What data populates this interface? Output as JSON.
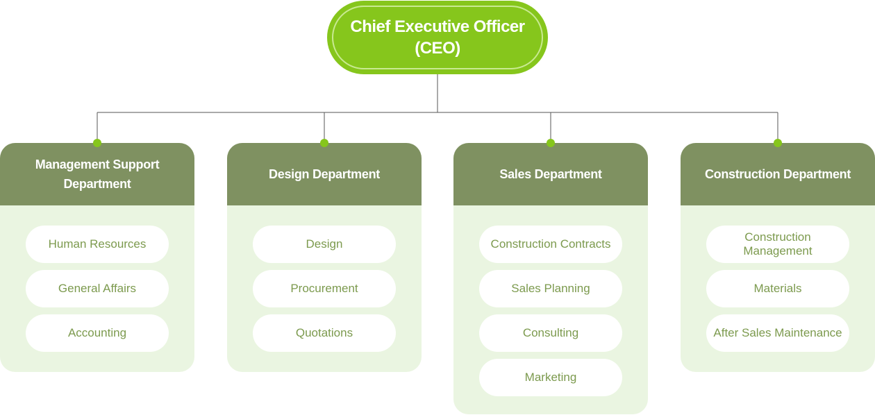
{
  "ceo": {
    "title": "Chief Executive Officer\n(CEO)"
  },
  "departments": [
    {
      "name": "Management Support\nDepartment",
      "units": [
        "Human Resources",
        "General Affairs",
        "Accounting"
      ]
    },
    {
      "name": "Design Department",
      "units": [
        "Design",
        "Procurement",
        "Quotations"
      ]
    },
    {
      "name": "Sales Department",
      "units": [
        "Construction Contracts",
        "Sales Planning",
        "Consulting",
        "Marketing"
      ]
    },
    {
      "name": "Construction Department",
      "units": [
        "Construction\nManagement",
        "Materials",
        "After Sales Maintenance"
      ]
    }
  ],
  "colors": {
    "accent": "#86c61c",
    "header": "#7f9161",
    "panel": "#eaf5e1",
    "unit_text": "#7c9a4e",
    "line": "#555555"
  }
}
